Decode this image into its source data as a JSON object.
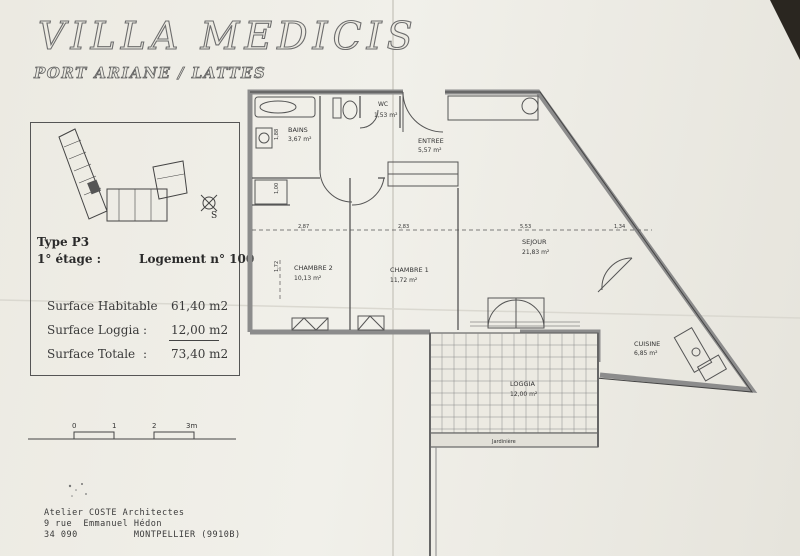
{
  "header": {
    "title": "VILLA MEDICIS",
    "subtitle": "PORT ARIANE / LATTES"
  },
  "info": {
    "type": "Type P3",
    "floor": "1° étage :",
    "logement": "Logement n° 100",
    "compass": "S",
    "surfaces": [
      {
        "label": "Surface Habitable",
        "sep": ":",
        "value": "61,40 m2"
      },
      {
        "label": "Surface Loggia",
        "sep": ":",
        "value": "12,00 m2"
      },
      {
        "label": "Surface Totale",
        "sep": ":",
        "value": "73,40 m2"
      }
    ]
  },
  "scale": {
    "ticks": [
      "0",
      "1",
      "2",
      "3m"
    ]
  },
  "credits": {
    "line1": "Atelier COSTE Architectes",
    "line2": "9 rue  Emmanuel Hédon",
    "line3": "34 090          MONTPELLIER (9910B)"
  },
  "rooms": {
    "bains": {
      "name": "BAINS",
      "area": "3,67 m²"
    },
    "wc": {
      "name": "WC",
      "area": "1,53 m²"
    },
    "entree": {
      "name": "ENTREE",
      "area": "5,57 m²"
    },
    "sejour": {
      "name": "SEJOUR",
      "area": "21,83 m²"
    },
    "chambre2": {
      "name": "CHAMBRE 2",
      "area": "10,13 m²"
    },
    "chambre1": {
      "name": "CHAMBRE 1",
      "area": "11,72 m²"
    },
    "cuisine": {
      "name": "CUISINE",
      "area": "6,85 m²"
    },
    "loggia": {
      "name": "LOGGIA",
      "area": "12,00 m²"
    },
    "jardiniere": "Jardinière"
  },
  "dimensions": {
    "d1": "2,87",
    "d2": "2,83",
    "d3": "5,53",
    "d4": "1,34",
    "d5": "1,88",
    "d6": "1,00",
    "d7": "1,72"
  },
  "colors": {
    "paper": "#eceae2",
    "ink": "#333333",
    "wall": "#8c8c8c"
  }
}
